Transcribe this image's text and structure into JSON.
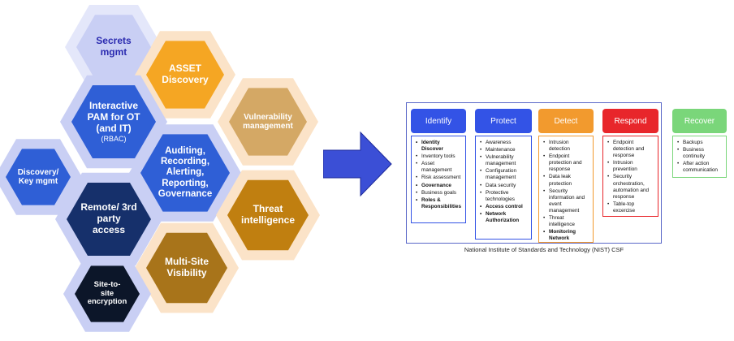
{
  "hexagons": [
    {
      "id": "secrets",
      "label": "Secrets\nmgmt",
      "sub": ""
    },
    {
      "id": "asset",
      "label": "ASSET\nDiscovery",
      "sub": ""
    },
    {
      "id": "pam",
      "label": "Interactive\nPAM for OT\n(and IT)",
      "sub": "(RBAC)"
    },
    {
      "id": "vuln",
      "label": "Vulnerability\nmanagement",
      "sub": ""
    },
    {
      "id": "discovery",
      "label": "Discovery/\nKey mgmt",
      "sub": ""
    },
    {
      "id": "auditing",
      "label": "Auditing,\nRecording,\nAlerting,\nReporting,\nGovernance",
      "sub": ""
    },
    {
      "id": "remote",
      "label": "Remote/ 3rd\nparty\naccess",
      "sub": ""
    },
    {
      "id": "threat",
      "label": "Threat\nintelligence",
      "sub": ""
    },
    {
      "id": "multisite",
      "label": "Multi-Site\nVisibility",
      "sub": ""
    },
    {
      "id": "site",
      "label": "Site-to-\nsite\nencryption",
      "sub": ""
    }
  ],
  "colors": {
    "navy": "#16306b",
    "blue": "#2f5fd6",
    "violet": "#2b2bb0",
    "gold": "#f5a623",
    "tan": "#d4a865",
    "brown": "#a8741a",
    "amber": "#c07f10",
    "black": "#0c1629",
    "arrow": "#3b4fd6"
  },
  "nist": {
    "columns": [
      {
        "id": "identify",
        "title": "Identify",
        "color": "#3353e6",
        "items": [
          {
            "text": "Identity Discover",
            "bold": true
          },
          {
            "text": "Inventory tools",
            "bold": false
          },
          {
            "text": "Asset management",
            "bold": false
          },
          {
            "text": "Risk assessment",
            "bold": false
          },
          {
            "text": "Governance",
            "bold": true
          },
          {
            "text": "Business goals",
            "bold": false
          },
          {
            "text": "Roles & Responsibilities",
            "bold": true
          }
        ]
      },
      {
        "id": "protect",
        "title": "Protect",
        "color": "#3353e6",
        "items": [
          {
            "text": "Awareness",
            "bold": false
          },
          {
            "text": "Maintenance",
            "bold": false
          },
          {
            "text": "Vulnerability management",
            "bold": false
          },
          {
            "text": "Configuration management",
            "bold": false
          },
          {
            "text": "Data security",
            "bold": false
          },
          {
            "text": "Protective technologies",
            "bold": false
          },
          {
            "text": "Access control",
            "bold": true
          },
          {
            "text": "Network Authorization",
            "bold": true
          }
        ]
      },
      {
        "id": "detect",
        "title": "Detect",
        "color": "#f29a2e",
        "items": [
          {
            "text": "Intrusion detection",
            "bold": false
          },
          {
            "text": "Endpoint protection and response",
            "bold": false
          },
          {
            "text": "Data leak protection",
            "bold": false
          },
          {
            "text": "Security information and event management",
            "bold": false
          },
          {
            "text": "Threat intelligence",
            "bold": false
          },
          {
            "text": "Monitoring Network",
            "bold": true
          }
        ]
      },
      {
        "id": "respond",
        "title": "Respond",
        "color": "#e8262b",
        "items": [
          {
            "text": "Endpoint detection and response",
            "bold": false
          },
          {
            "text": "Intrusion prevention",
            "bold": false
          },
          {
            "text": "Security orchestration, automation and response",
            "bold": false
          },
          {
            "text": "Table-top excercise",
            "bold": false
          }
        ]
      },
      {
        "id": "recover",
        "title": "Recover",
        "color": "#7ad67a",
        "items": [
          {
            "text": "Backups",
            "bold": false
          },
          {
            "text": "Business continuity",
            "bold": false
          },
          {
            "text": "After action communication",
            "bold": false
          }
        ]
      }
    ],
    "caption": "National Institute of Standards and Technology (NIST) CSF"
  }
}
